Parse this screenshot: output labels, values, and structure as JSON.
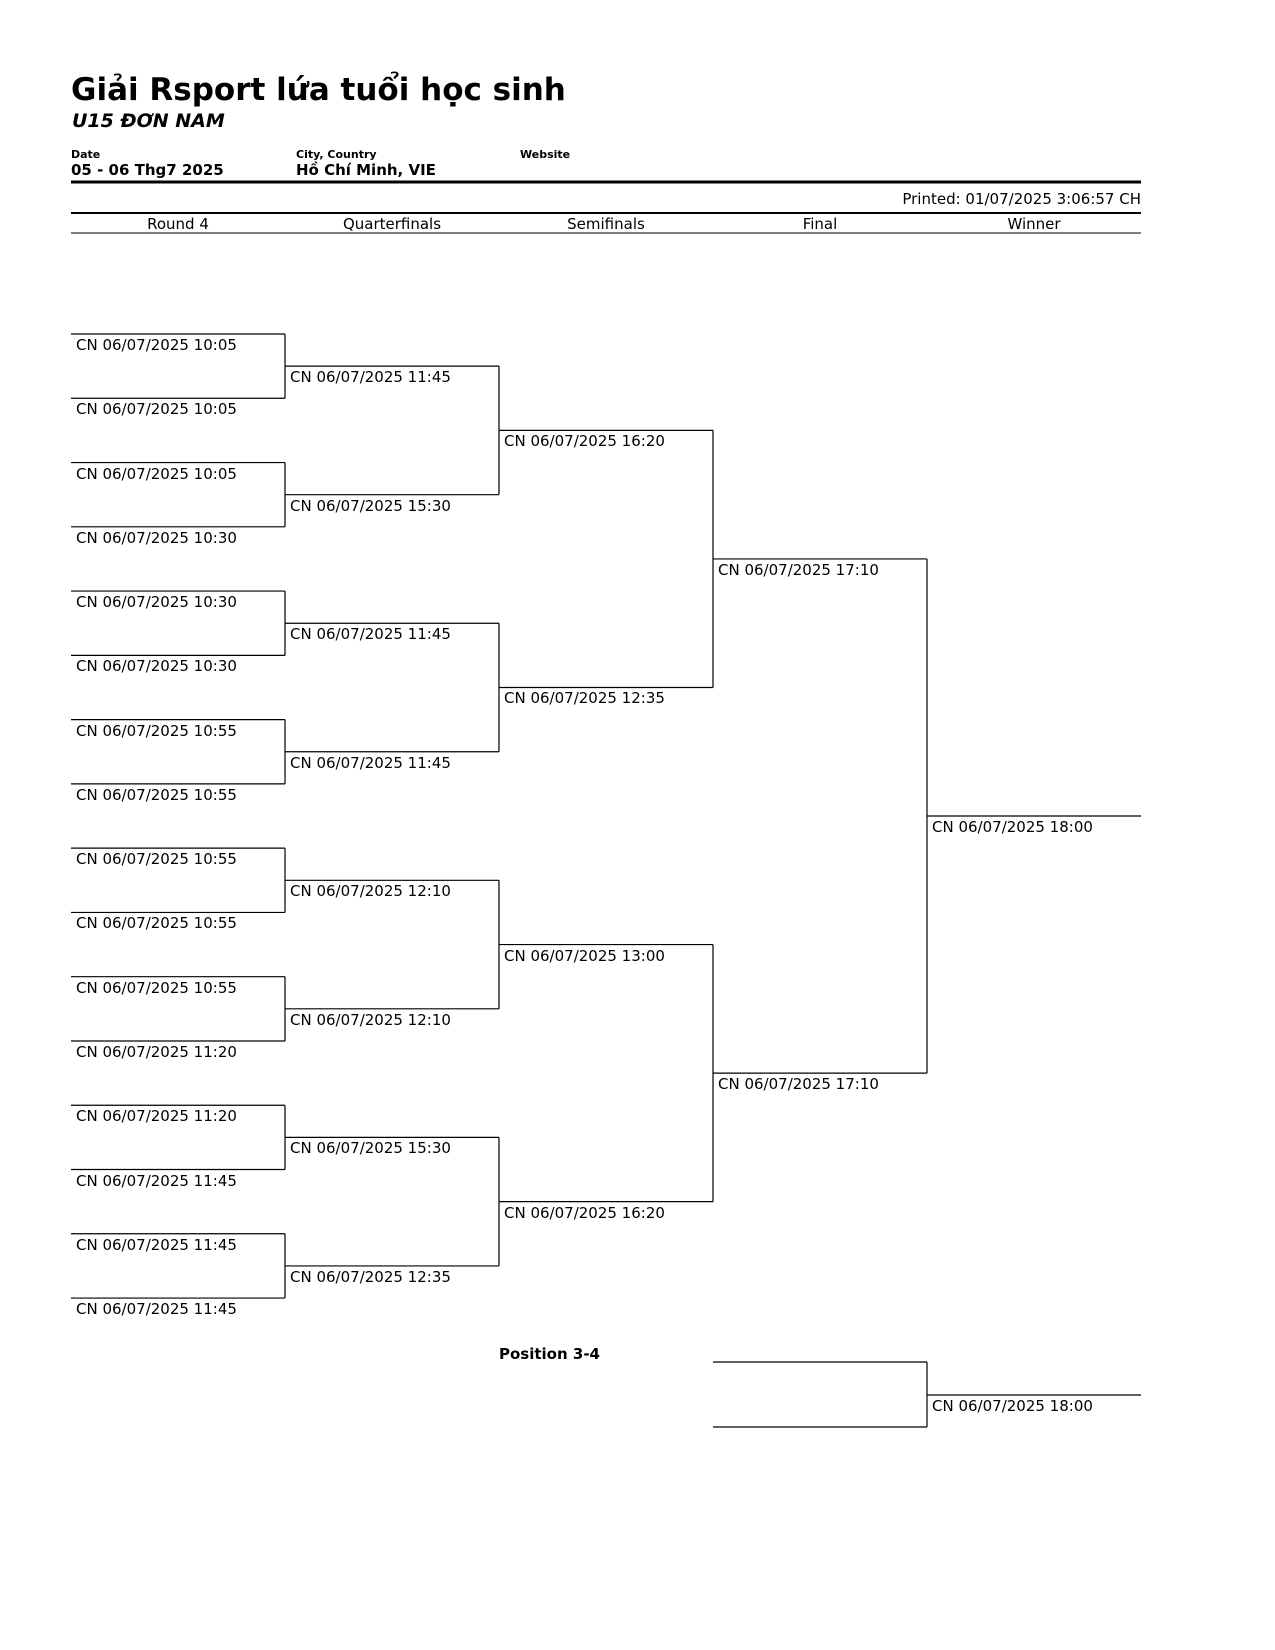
{
  "header": {
    "title": "Giải Rsport lứa tuổi học sinh",
    "subtitle": "U15 ĐƠN NAM",
    "date_label": "Date",
    "date_value": "05 - 06 Thg7 2025",
    "city_label": "City, Country",
    "city_value": "Hồ Chí Minh, VIE",
    "website_label": "Website",
    "printed": "Printed: 01/07/2025 3:06:57 CH"
  },
  "rounds": [
    "Round 4",
    "Quarterfinals",
    "Semifinals",
    "Final",
    "Winner"
  ],
  "bracket": {
    "round4": [
      "CN 06/07/2025 10:05",
      "CN 06/07/2025 10:05",
      "CN 06/07/2025 10:05",
      "CN 06/07/2025 10:30",
      "CN 06/07/2025 10:30",
      "CN 06/07/2025 10:30",
      "CN 06/07/2025 10:55",
      "CN 06/07/2025 10:55",
      "CN 06/07/2025 10:55",
      "CN 06/07/2025 10:55",
      "CN 06/07/2025 10:55",
      "CN 06/07/2025 11:20",
      "CN 06/07/2025 11:20",
      "CN 06/07/2025 11:45",
      "CN 06/07/2025 11:45",
      "CN 06/07/2025 11:45"
    ],
    "quarterfinals": [
      "CN 06/07/2025 11:45",
      "CN 06/07/2025 15:30",
      "CN 06/07/2025 11:45",
      "CN 06/07/2025 11:45",
      "CN 06/07/2025 12:10",
      "CN 06/07/2025 12:10",
      "CN 06/07/2025 15:30",
      "CN 06/07/2025 12:35"
    ],
    "semifinals": [
      "CN 06/07/2025 16:20",
      "CN 06/07/2025 12:35",
      "CN 06/07/2025 13:00",
      "CN 06/07/2025 16:20"
    ],
    "final": [
      "CN 06/07/2025 17:10",
      "CN 06/07/2025 17:10"
    ],
    "winner": [
      "CN 06/07/2025 18:00"
    ]
  },
  "position34": {
    "label": "Position 3-4",
    "slots": [
      "",
      ""
    ],
    "winner": "CN 06/07/2025 18:00"
  }
}
